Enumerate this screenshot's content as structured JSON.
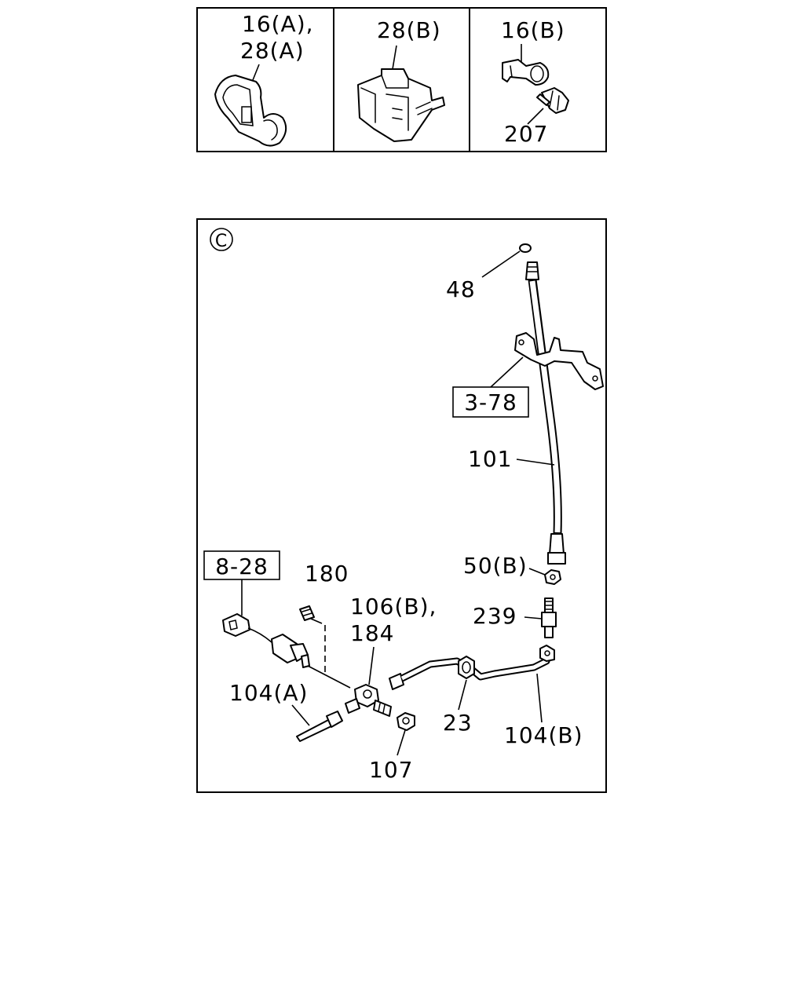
{
  "top_panel": {
    "cell_1": {
      "label_line1": "16(A),",
      "label_line2": "28(A)"
    },
    "cell_2": {
      "label": "28(B)"
    },
    "cell_3": {
      "label_top": "16(B)",
      "label_bottom": "207"
    }
  },
  "main_panel": {
    "view_marker": "C",
    "callouts": {
      "c48": "48",
      "c378": "3-78",
      "c101": "101",
      "c50b": "50(B)",
      "c828": "8-28",
      "c180": "180",
      "c106b": "106(B),",
      "c184": "184",
      "c239": "239",
      "c104a": "104(A)",
      "c23": "23",
      "c104b": "104(B)",
      "c107": "107"
    }
  }
}
